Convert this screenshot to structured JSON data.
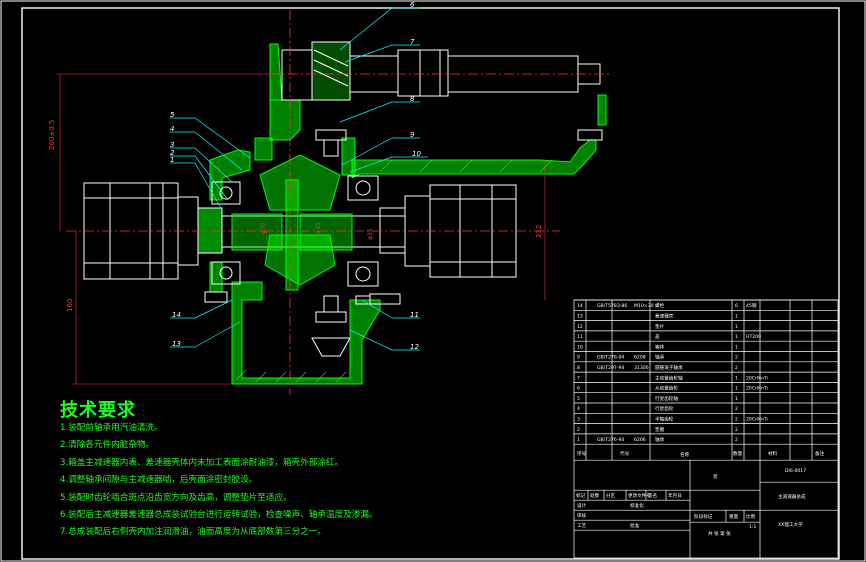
{
  "drawing": {
    "background": "#000000",
    "line_color": "#ffffff",
    "section_color": "#00ff00",
    "centerline_color": "#ff3333",
    "leader_color": "#00ffff",
    "dimension_color": "#ff3333"
  },
  "part_callouts": [
    "6",
    "7",
    "8",
    "9",
    "10",
    "11",
    "12",
    "13",
    "14",
    "5",
    "4",
    "3",
    "2",
    "1"
  ],
  "dimensions": {
    "height_left": "200±0.5",
    "height_left_lower": "160",
    "height_right": "212",
    "inner_labels": [
      "φ80",
      "φ70",
      "φ35",
      "φ35"
    ]
  },
  "technical_requirements": {
    "title": "技术要求",
    "items": [
      "1.装配前轴承用汽油清洗。",
      "2.清除各元件内脏杂物。",
      "3.箱盖主减速器内表、差速器壳体内未加工表面涂耐油漆，箱壳外部涂红。",
      "4.调整轴承间隙与主减速器啮，后壳面涂密封胶设。",
      "5.装配时齿轮啮合斑点沿齿宽方向及齿高，调整垫片至适应。",
      "6.装配后主减速器差速器总成装试验台进行运转试验，检查噪声、轴承温度及渗漏。",
      "7.总成装配后右侧壳内加注润滑油，油面高度为从底部数第三分之一。"
    ]
  },
  "bom": {
    "rows": [
      {
        "no": "14",
        "code": "GB/T5783-86",
        "spec": "M10×30",
        "name": "螺栓",
        "qty": "6"
      },
      {
        "no": "13",
        "code": "",
        "spec": "",
        "name": "差速器壳",
        "qty": "1"
      },
      {
        "no": "12",
        "code": "",
        "spec": "",
        "name": "垫片",
        "qty": "1"
      },
      {
        "no": "11",
        "code": "",
        "spec": "",
        "name": "盖",
        "qty": "1"
      },
      {
        "no": "10",
        "code": "",
        "spec": "",
        "name": "箱体",
        "qty": "1"
      },
      {
        "no": "9",
        "code": "GB/T276-94",
        "spec": "6208",
        "name": "轴承",
        "qty": "2"
      },
      {
        "no": "8",
        "code": "GB/T297-94",
        "spec": "31306",
        "name": "圆锥滚子轴承",
        "qty": "2"
      },
      {
        "no": "7",
        "code": "",
        "spec": "",
        "name": "主动锥齿轮轴",
        "qty": "1"
      },
      {
        "no": "6",
        "code": "",
        "spec": "",
        "name": "从动锥齿轮",
        "qty": "1"
      },
      {
        "no": "5",
        "code": "",
        "spec": "",
        "name": "行星齿轮轴",
        "qty": "1"
      },
      {
        "no": "4",
        "code": "",
        "spec": "",
        "name": "行星齿轮",
        "qty": "2"
      },
      {
        "no": "3",
        "code": "",
        "spec": "",
        "name": "半轴齿轮",
        "qty": "2"
      },
      {
        "no": "2",
        "code": "",
        "spec": "",
        "name": "垫圈",
        "qty": "2"
      },
      {
        "no": "1",
        "code": "GB/T276-94",
        "spec": "6206",
        "name": "轴承",
        "qty": "2"
      }
    ],
    "header": {
      "no": "序号",
      "code": "代号",
      "name": "名称",
      "qty": "数量",
      "material": "材料",
      "remark": "备注"
    },
    "materials": [
      "45钢",
      "",
      "",
      "HT200",
      "",
      "",
      "",
      "20CrMnTi",
      "20CrMnTi",
      "",
      "",
      "20CrMnTi",
      "",
      ""
    ],
    "title_block": {
      "assembly": "装",
      "drawing_number": "DIS-0017",
      "name": "主减速器总成",
      "school": "XX理工大学",
      "scale_label": "比例",
      "scale": "1:1",
      "weight_label": "重量",
      "stage_label": "阶段标记",
      "designer_label": "设计",
      "checker_label": "审核",
      "process_label": "工艺",
      "approve_label": "批准",
      "sheet": "共 张 第 张",
      "rev_labels": [
        "标记",
        "处数",
        "分区",
        "更改文件号",
        "签名",
        "年月日"
      ],
      "std_label": "标准化"
    }
  }
}
